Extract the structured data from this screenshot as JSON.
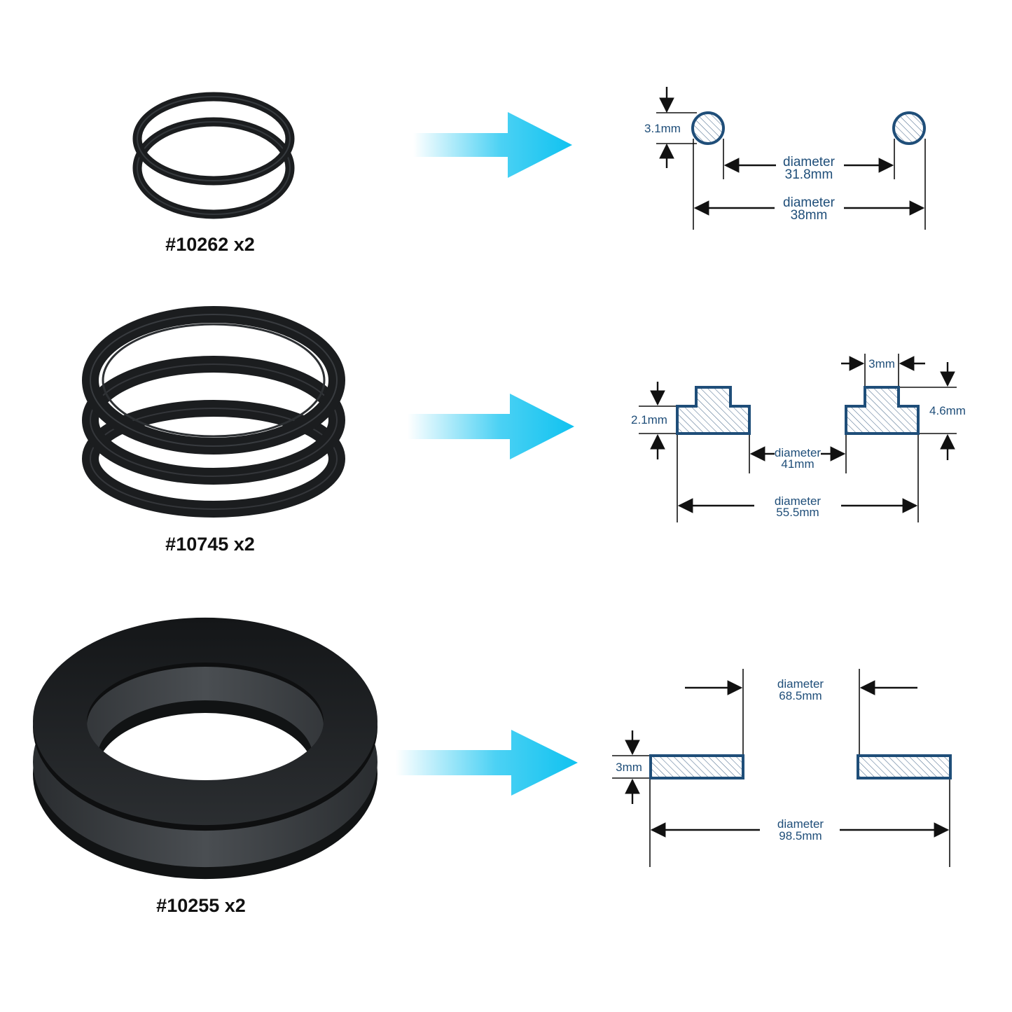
{
  "colors": {
    "section_outline": "#1f4e79",
    "label_text": "#1f4e79",
    "arrow_accent": "#10c2f0",
    "rubber": "#1b1d1f"
  },
  "rows": [
    {
      "part_label": "#10262 x2",
      "thickness": "3.1mm",
      "inner_word": "diameter",
      "inner_value": "31.8mm",
      "outer_word": "diameter",
      "outer_value": "38mm"
    },
    {
      "part_label": "#10745 x2",
      "thickness": "2.1mm",
      "step_width": "3mm",
      "height": "4.6mm",
      "inner_word": "diameter",
      "inner_value": "41mm",
      "outer_word": "diameter",
      "outer_value": "55.5mm"
    },
    {
      "part_label": "#10255 x2",
      "thickness": "3mm",
      "inner_word": "diameter",
      "inner_value": "68.5mm",
      "outer_word": "diameter",
      "outer_value": "98.5mm"
    }
  ]
}
